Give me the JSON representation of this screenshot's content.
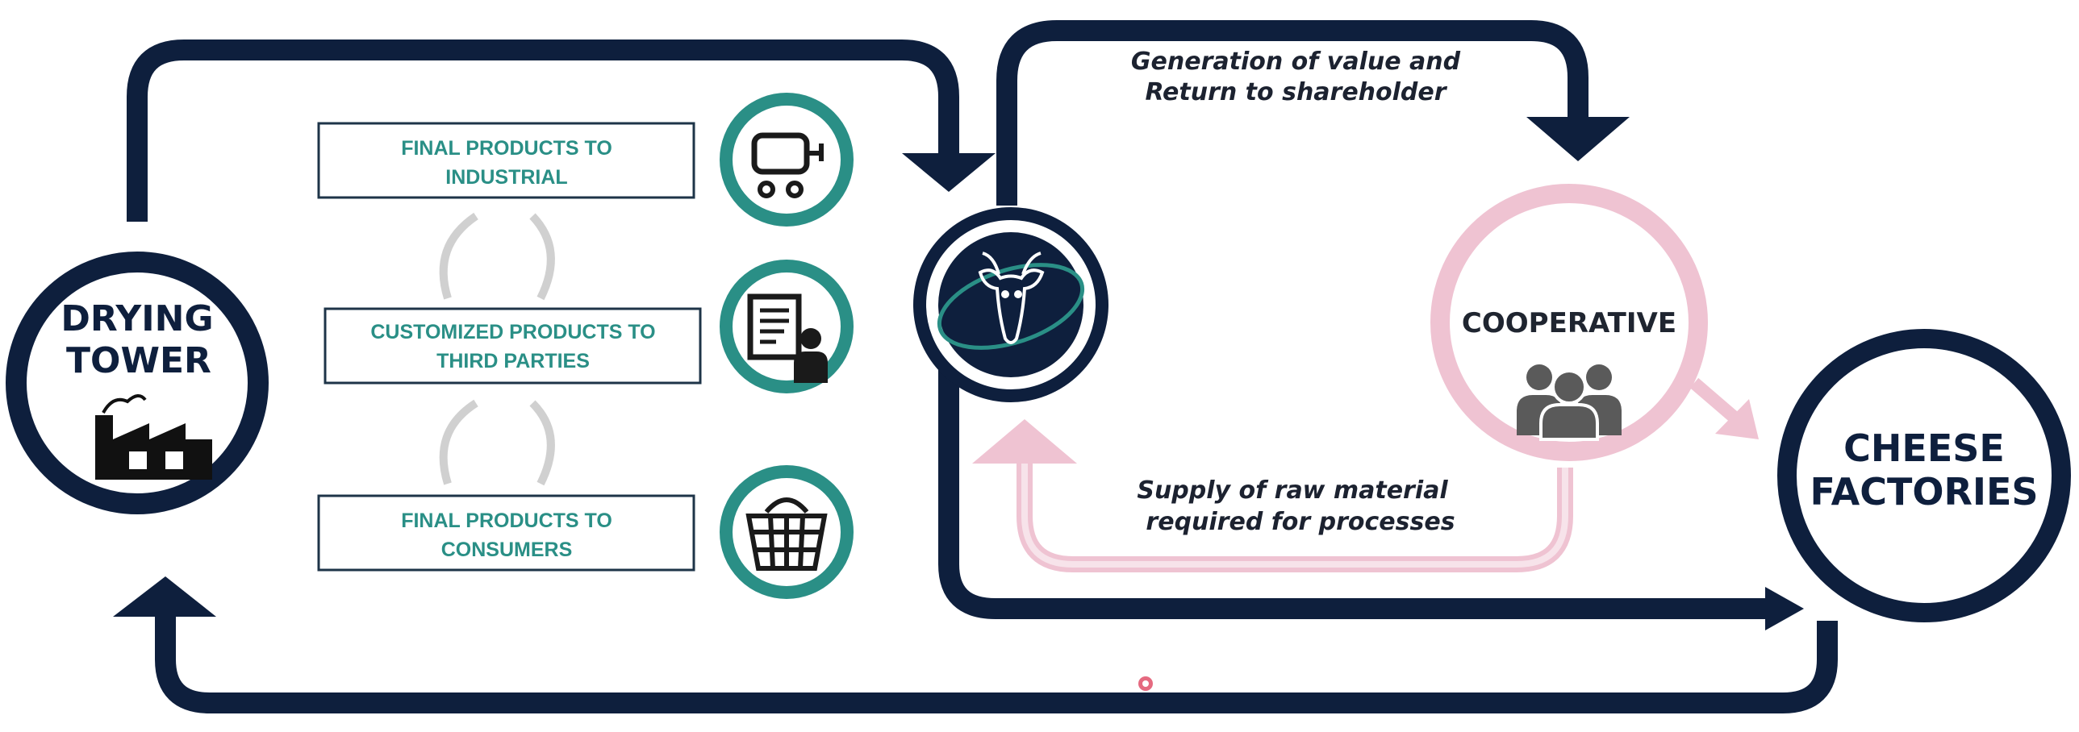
{
  "colors": {
    "navy": "#0e1f3d",
    "teal": "#2a8f86",
    "pink": "#efc3d2",
    "box_border": "#1e3448",
    "swirl": "#d0d0d0",
    "icon_dark": "#1a1a1a",
    "people_gray": "#5a5a5a"
  },
  "nodes": {
    "drying_tower": {
      "line1": "DRYING",
      "line2": "TOWER",
      "icon": "factory-icon"
    },
    "cheese_factories": {
      "line1": "CHEESE",
      "line2": "FACTORIES"
    },
    "cooperative": {
      "label": "COOPERATIVE",
      "icon": "people-group-icon"
    },
    "center_logo": {
      "icon": "cow-head-icon"
    }
  },
  "product_boxes": [
    {
      "line1": "FINAL PRODUCTS TO",
      "line2": "INDUSTRIAL",
      "icon": "cart-trolley-icon"
    },
    {
      "line1": "CUSTOMIZED PRODUCTS TO",
      "line2": "THIRD PARTIES",
      "icon": "document-person-icon"
    },
    {
      "line1": "FINAL PRODUCTS TO",
      "line2": "CONSUMERS",
      "icon": "shopping-basket-icon"
    }
  ],
  "flows": {
    "value": {
      "line1": "Generation of value and",
      "line2": "Return to shareholder"
    },
    "supply": {
      "line1": "Supply of raw material",
      "line2": "required for processes"
    }
  }
}
